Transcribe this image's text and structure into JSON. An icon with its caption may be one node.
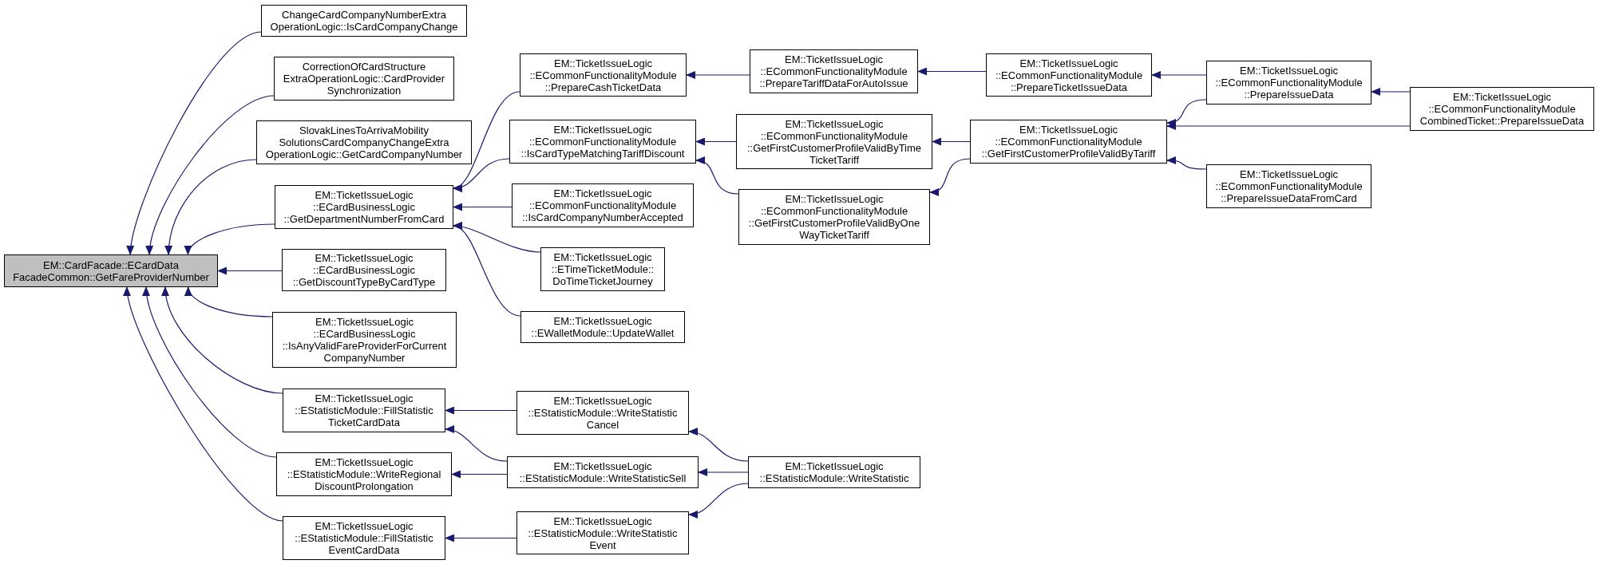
{
  "diagram": {
    "nodes": [
      {
        "text": [
          "EM::CardFacade::ECardData FacadeCommon::GetFareProviderNumber"
        ]
      },
      {
        "text": [
          "ChangeCardCompanyNumberExtra OperationLogic::IsCardCompanyChange"
        ]
      },
      {
        "text": [
          "CorrectionOfCardStructure ExtraOperationLogic::CardProvider Synchronization"
        ]
      },
      {
        "text": [
          "SlovakLinesToArrivaMobility SolutionsCardCompanyChangeExtra OperationLogic::GetCardCompanyNumber"
        ]
      },
      {
        "text": [
          "EM::TicketIssueLogic ::ECardBusinessLogic ::GetDepartmentNumberFromCard"
        ]
      },
      {
        "text": [
          "EM::TicketIssueLogic ::ECardBusinessLogic ::GetDiscountTypeByCardType"
        ]
      },
      {
        "text": [
          "EM::TicketIssueLogic ::ECardBusinessLogic ::IsAnyValidFareProviderForCurrent CompanyNumber"
        ]
      },
      {
        "text": [
          "EM::TicketIssueLogic ::EStatisticModule::FillStatistic TicketCardData"
        ]
      },
      {
        "text": [
          "EM::TicketIssueLogic ::EStatisticModule::WriteRegional DiscountProlongation"
        ]
      },
      {
        "text": [
          "EM::TicketIssueLogic ::EStatisticModule::FillStatistic EventCardData"
        ]
      },
      {
        "text": [
          "EM::TicketIssueLogic ::ECommonFunctionalityModule ::PrepareCashTicketData"
        ]
      },
      {
        "text": [
          "EM::TicketIssueLogic ::ECommonFunctionalityModule ::IsCardTypeMatchingTariffDiscount"
        ]
      },
      {
        "text": [
          "EM::TicketIssueLogic ::ECommonFunctionalityModule ::IsCardCompanyNumberAccepted"
        ]
      },
      {
        "text": [
          "EM::TicketIssueLogic ::ETimeTicketModule:: DoTimeTicketJourney"
        ]
      },
      {
        "text": [
          "EM::TicketIssueLogic ::EWalletModule::UpdateWallet"
        ]
      },
      {
        "text": [
          "EM::TicketIssueLogic ::EStatisticModule::WriteStatistic Cancel"
        ]
      },
      {
        "text": [
          "EM::TicketIssueLogic ::EStatisticModule::WriteStatisticSell"
        ]
      },
      {
        "text": [
          "EM::TicketIssueLogic ::EStatisticModule::WriteStatistic Event"
        ]
      },
      {
        "text": [
          "EM::TicketIssueLogic ::ECommonFunctionalityModule ::PrepareTariffDataForAutoIssue"
        ]
      },
      {
        "text": [
          "EM::TicketIssueLogic ::ECommonFunctionalityModule ::GetFirstCustomerProfileValidByTime TicketTariff"
        ]
      },
      {
        "text": [
          "EM::TicketIssueLogic ::ECommonFunctionalityModule ::GetFirstCustomerProfileValidByOne WayTicketTariff"
        ]
      },
      {
        "text": [
          "EM::TicketIssueLogic ::EStatisticModule::WriteStatistic"
        ]
      },
      {
        "text": [
          "EM::TicketIssueLogic ::ECommonFunctionalityModule ::PrepareTicketIssueData"
        ]
      },
      {
        "text": [
          "EM::TicketIssueLogic ::ECommonFunctionalityModule ::GetFirstCustomerProfileValidByTariff"
        ]
      },
      {
        "text": [
          "EM::TicketIssueLogic ::ECommonFunctionalityModule ::PrepareIssueData"
        ]
      },
      {
        "text": [
          "EM::TicketIssueLogic ::ECommonFunctionalityModule ::PrepareIssueDataFromCard"
        ]
      },
      {
        "text": [
          "EM::TicketIssueLogic ::ECommonFunctionalityModule CombinedTicket::PrepareIssueData"
        ]
      }
    ],
    "edges": [
      {
        "from": 1,
        "to": 0,
        "arrow": "to"
      },
      {
        "from": 2,
        "to": 0,
        "arrow": "to"
      },
      {
        "from": 3,
        "to": 0,
        "arrow": "to"
      },
      {
        "from": 4,
        "to": 0,
        "arrow": "to"
      },
      {
        "from": 5,
        "to": 0,
        "arrow": "to"
      },
      {
        "from": 6,
        "to": 0,
        "arrow": "to"
      },
      {
        "from": 7,
        "to": 0,
        "arrow": "to"
      },
      {
        "from": 8,
        "to": 0,
        "arrow": "to"
      },
      {
        "from": 9,
        "to": 0,
        "arrow": "to"
      },
      {
        "from": 10,
        "to": 4,
        "arrow": "to"
      },
      {
        "from": 11,
        "to": 4,
        "arrow": "to"
      },
      {
        "from": 12,
        "to": 4,
        "arrow": "to"
      },
      {
        "from": 13,
        "to": 4,
        "arrow": "to"
      },
      {
        "from": 14,
        "to": 4,
        "arrow": "to"
      },
      {
        "from": 15,
        "to": 7,
        "arrow": "to"
      },
      {
        "from": 16,
        "to": 7,
        "arrow": "to"
      },
      {
        "from": 16,
        "to": 8,
        "arrow": "to"
      },
      {
        "from": 17,
        "to": 9,
        "arrow": "to"
      },
      {
        "from": 18,
        "to": 10,
        "arrow": "to"
      },
      {
        "from": 19,
        "to": 11,
        "arrow": "to"
      },
      {
        "from": 20,
        "to": 11,
        "arrow": "to"
      },
      {
        "from": 21,
        "to": 15,
        "arrow": "to"
      },
      {
        "from": 21,
        "to": 16,
        "arrow": "to"
      },
      {
        "from": 21,
        "to": 17,
        "arrow": "to"
      },
      {
        "from": 22,
        "to": 18,
        "arrow": "to"
      },
      {
        "from": 23,
        "to": 19,
        "arrow": "to"
      },
      {
        "from": 23,
        "to": 20,
        "arrow": "to"
      },
      {
        "from": 24,
        "to": 22,
        "arrow": "to"
      },
      {
        "from": 24,
        "to": 23,
        "arrow": "to"
      },
      {
        "from": 25,
        "to": 23,
        "arrow": "to"
      },
      {
        "from": 26,
        "to": 24,
        "arrow": "to"
      },
      {
        "from": 26,
        "to": 23,
        "arrow": "to"
      }
    ]
  }
}
